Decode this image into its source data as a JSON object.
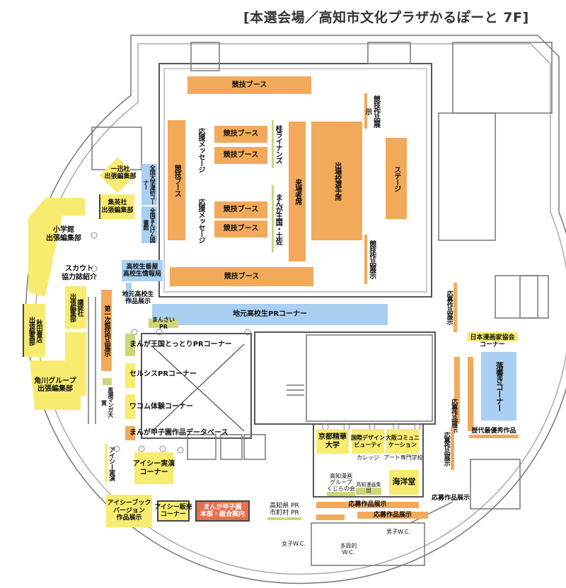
{
  "title": "[本選会場／高知市文化プラザかるぽーと 7F]",
  "hall": {
    "booth_top": "競技ブース",
    "booth_left": "競技ブース",
    "booth_small": [
      "競技ブース",
      "競技ブース",
      "競技ブース",
      "競技ブース"
    ],
    "booth_bottom": "競技ブース",
    "cheer_1": "応援メッセージ",
    "cheer_2": "応援メッセージ",
    "katsura": "桂ライナンズ",
    "manga_kingdom": "まんが王国・土佐",
    "visitor_seats": "来場者席",
    "team_seats": "出場校選手席",
    "stage": "ステージ",
    "works_1": "競技作品展示",
    "works_2": "競技作品展示"
  },
  "left": {
    "ichijinsha": "一迅社\n出張編集部",
    "shueisha": "集英社\n出張編集部",
    "shogakukan": "小学館\n出張編集部",
    "scout": "スカウト\n協力誌紹介",
    "kodansha": "講談社\n出張編集部",
    "akita": "秋田書店\n出張編集部",
    "kadokawa": "角川グループ\n出張編集部",
    "univ_club": "全国大学漫研コーナー",
    "library": "全国まんけん図書館",
    "banya": "高校生番屋\n高校生情報局",
    "local_works": "地元高校生\n作品展示",
    "first_round": "第一次競技作品展示",
    "kuroshio": "黒潮マンガ大賞"
  },
  "center": {
    "local_pr": "地元高校生PRコーナー",
    "mansai": "まんさいPR",
    "tottori": "まんが王国とっとりPRコーナー",
    "celsys": "セルシスPRコーナー",
    "wacom": "ワコム体験コーナー",
    "database": "まんが甲子園作品データベース",
    "ic_demo_v": "アイシー実演",
    "ic_demo": "アイシー実演\nコーナー",
    "ic_book": "アイシーブック\nバージョン\n作品展示",
    "ic_sales": "アイシー販売\nコーナー",
    "hq": "まんが甲子園\n本部・総合案内",
    "kochi_pr": "高知県 PR\n市町村 PR"
  },
  "schools": {
    "kyoto": "京都精華\n大学",
    "kokusai": "国際デザイン\nビューティ",
    "kokusai_sub": "カレッジ",
    "osaka": "大阪コミュニ\nケーション",
    "osaka_sub": "アート専門学校",
    "kujira": "高知漫画\nグループ\nくじらの会",
    "kochi_group": "高知漫画集団",
    "kaiyodo": "海洋堂"
  },
  "right": {
    "entry_1": "応募作品展示",
    "jma": "日本漫画家協会\nコーナー",
    "graffiti": "落書きコーナー",
    "entry_2": "応募作品展示",
    "entry_3": "応募作品展示",
    "best": "歴代最優秀作品",
    "entry_4": "応募作品展示"
  },
  "bottom": {
    "entry_a": "応募作品展示",
    "entry_b": "応募作品展示",
    "wc_women": "女子W.C.",
    "wc_multi": "多目的\nW.C.",
    "wc_men": "男子W.C."
  }
}
